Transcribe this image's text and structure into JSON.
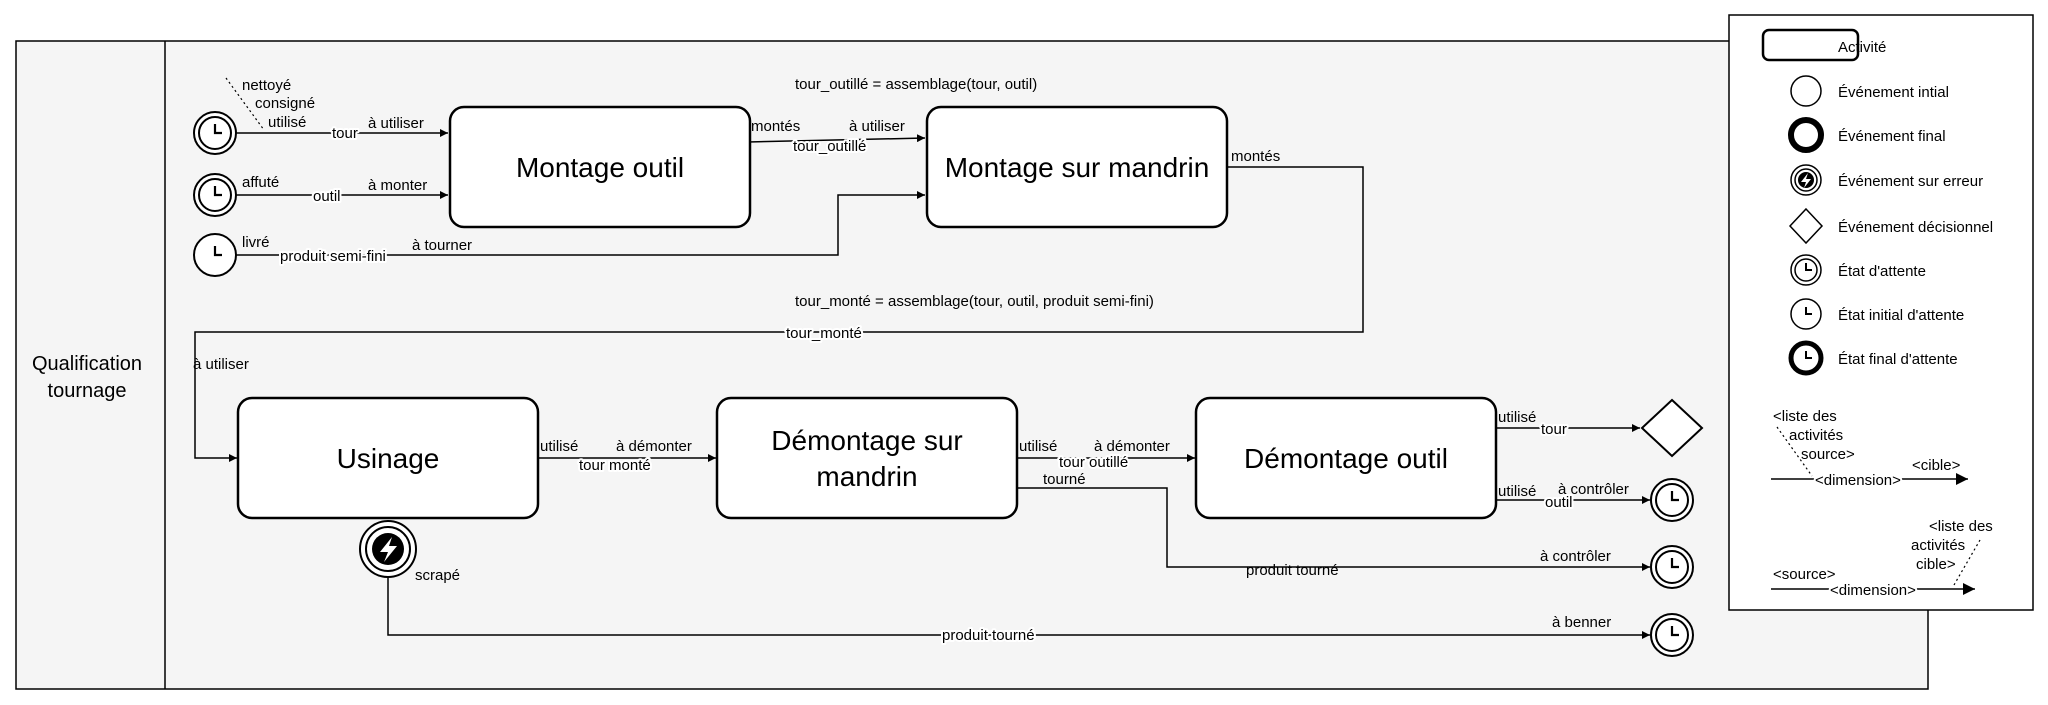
{
  "lane": {
    "title_line1": "Qualification",
    "title_line2": "tournage"
  },
  "activities": {
    "montage_outil": "Montage outil",
    "montage_mandrin": "Montage sur mandrin",
    "usinage": "Usinage",
    "demontage_mandrin_l1": "Démontage sur",
    "demontage_mandrin_l2": "mandrin",
    "demontage_outil": "Démontage outil"
  },
  "formulas": {
    "tour_outille": "tour_outillé = assemblage(tour, outil)",
    "tour_monte": "tour_monté = assemblage(tour, outil, produit semi-fini)"
  },
  "labels": {
    "nettoye": "nettoyé",
    "consigne": "consigné",
    "utilise": "utilisé",
    "tour": "tour",
    "a_utiliser": "à utiliser",
    "affute": "affuté",
    "outil": "outil",
    "a_monter": "à monter",
    "livre": "livré",
    "produit_semi_fini": "produit semi-fini",
    "a_tourner": "à tourner",
    "montes": "montés",
    "tour_outille": "tour_outillé",
    "tour_monte_edge": "tour_monté",
    "tour_monte": "tour monté",
    "a_demonter": "à démonter",
    "tour_outille_2": "tour outillé",
    "tourne": "tourné",
    "a_controler": "à contrôler",
    "produit_tourne": "produit tourné",
    "scrape": "scrapé",
    "a_benner": "à benner"
  },
  "legend": {
    "activite": "Activité",
    "evenement_initial": "Événement intial",
    "evenement_final": "Événement final",
    "evenement_erreur": "Événement sur erreur",
    "evenement_decisionnel": "Événement décisionnel",
    "etat_attente": "État d'attente",
    "etat_initial_attente": "État initial d'attente",
    "etat_final_attente": "État final d'attente",
    "edge1_list_l1": "<liste des",
    "edge1_list_l2": "activités",
    "edge1_list_l3": "source>",
    "edge1_cible": "<cible>",
    "edge1_dimension": "<dimension>",
    "edge2_list_l1": "<liste des",
    "edge2_list_l2": "activités",
    "edge2_list_l3": "cible>",
    "edge2_source": "<source>",
    "edge2_dimension": "<dimension>"
  },
  "colors": {
    "lane_fill": "#f5f5f5",
    "stroke": "#000000",
    "box_fill": "#ffffff"
  },
  "icons": [
    "clock-icon",
    "lightning-icon"
  ]
}
